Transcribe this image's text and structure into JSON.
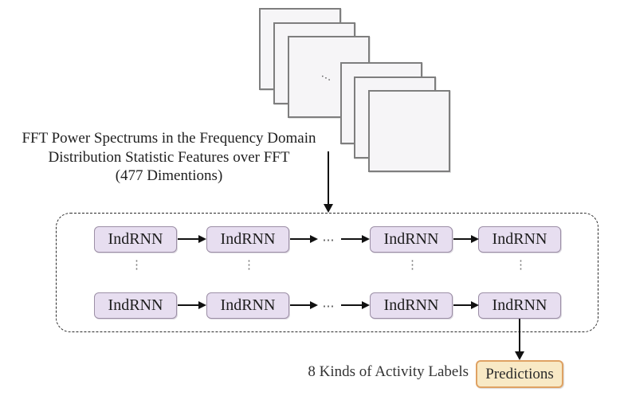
{
  "figure": {
    "type": "architecture-diagram",
    "description": "Two-layer IndRNN network taking FFT power spectrum features and producing activity label predictions"
  },
  "input": {
    "label_lines": [
      "FFT Power Spectrums in the Frequency Domain",
      "Distribution Statistic Features over FFT",
      "(477 Dimentions)"
    ],
    "stack_ellipsis": "…",
    "frame_count_visible": 6
  },
  "network": {
    "cell_label": "IndRNN",
    "row_ellipsis": "⋯",
    "column_ellipsis": "⋮",
    "rows": 2,
    "visible_cells_per_row": 4
  },
  "output": {
    "label": "8 Kinds of Activity Labels",
    "box_label": "Predictions"
  },
  "colors": {
    "background": "#ffffff",
    "cell_fill": "#e7def0",
    "cell_border": "#9c8fa6",
    "prediction_fill": "#f8e9c5",
    "prediction_border": "#dfa263",
    "frame_fill": "#f6f5f7",
    "frame_border": "#7e7e7e",
    "dashed_border": "#2b2b2b",
    "arrow": "#111111",
    "text": "#1f1f1f"
  }
}
